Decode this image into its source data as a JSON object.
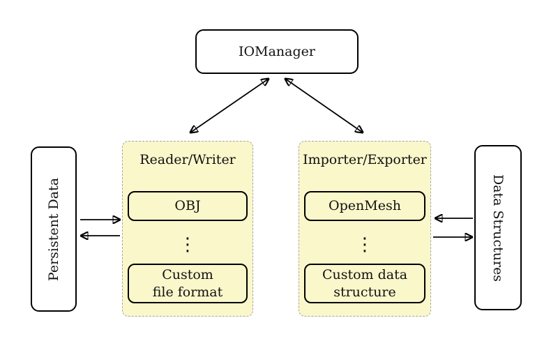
{
  "colors": {
    "container_fill": "#FAF7CB",
    "container_border": "#A6A6A6",
    "node_fill": "#FFFFFF",
    "node_border": "#000000",
    "arrow_color": "#000000"
  },
  "iomanager": {
    "label": "IOManager"
  },
  "persistent_data": {
    "label": "Persistent Data"
  },
  "data_structures": {
    "label": "Data Structures"
  },
  "reader_writer": {
    "title": "Reader/Writer",
    "item_top": "OBJ",
    "dots": "⋮",
    "item_bottom_line1": "Custom",
    "item_bottom_line2": "file format"
  },
  "importer_exporter": {
    "title": "Importer/Exporter",
    "item_top": "OpenMesh",
    "dots": "⋮",
    "item_bottom_line1": "Custom data",
    "item_bottom_line2": "structure"
  }
}
